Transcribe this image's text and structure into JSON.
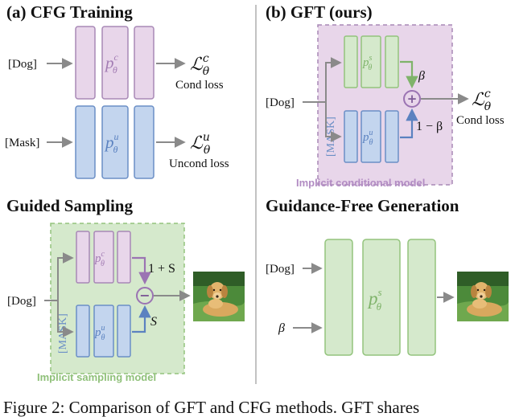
{
  "panels": {
    "cfg_training": {
      "title": "(a) CFG Training",
      "cond_input": "[Dog]",
      "uncond_input": "[Mask]",
      "cond_model": "p",
      "cond_model_sup": "c",
      "cond_model_sub": "θ",
      "uncond_model": "p",
      "uncond_model_sup": "u",
      "uncond_model_sub": "θ",
      "cond_loss_symbol": "ℒ",
      "cond_loss_sup": "c",
      "cond_loss_sub": "θ",
      "uncond_loss_symbol": "ℒ",
      "uncond_loss_sup": "u",
      "uncond_loss_sub": "θ",
      "cond_loss_label": "Cond loss",
      "uncond_loss_label": "Uncond loss"
    },
    "gft": {
      "title": "(b) GFT (ours)",
      "input": "[Dog]",
      "mask_label": "[MASK]",
      "top_model": "p",
      "top_model_sup": "s",
      "top_model_sub": "θ",
      "bottom_model": "p",
      "bottom_model_sup": "u",
      "bottom_model_sub": "θ",
      "beta": "β",
      "one_minus_beta": "1 − β",
      "combine_op": "+",
      "loss_symbol": "ℒ",
      "loss_sup": "c",
      "loss_sub": "θ",
      "loss_label": "Cond loss",
      "group_label": "Implicit conditional model"
    },
    "guided_sampling": {
      "title": "Guided Sampling",
      "input": "[Dog]",
      "mask_label": "[MASK]",
      "top_model": "p",
      "top_model_sup": "c",
      "top_model_sub": "θ",
      "bottom_model": "p",
      "bottom_model_sup": "u",
      "bottom_model_sub": "θ",
      "one_plus_s": "1 + S",
      "s": "S",
      "combine_op": "−",
      "group_label": "Implicit sampling model"
    },
    "guidance_free": {
      "title": "Guidance-Free Generation",
      "input": "[Dog]",
      "beta": "β",
      "model": "p",
      "model_sup": "s",
      "model_sub": "θ"
    }
  },
  "caption": "Figure 2: Comparison of GFT and CFG methods. GFT shares",
  "colors": {
    "purple_fill": "#e8d6ea",
    "purple_stroke": "#a888b6",
    "blue_fill": "#c3d5ee",
    "blue_stroke": "#6b8fc6",
    "green_fill": "#d5e9cc",
    "green_stroke": "#93c47d",
    "green_text": "#8fc079",
    "purple_text": "#b28cc3",
    "arrow": "#8a8a8a",
    "divider": "#9a9a9a"
  },
  "icons": {
    "dog_photo": "dog-photo-icon",
    "plus_node": "plus-circle-icon",
    "minus_node": "minus-circle-icon"
  }
}
